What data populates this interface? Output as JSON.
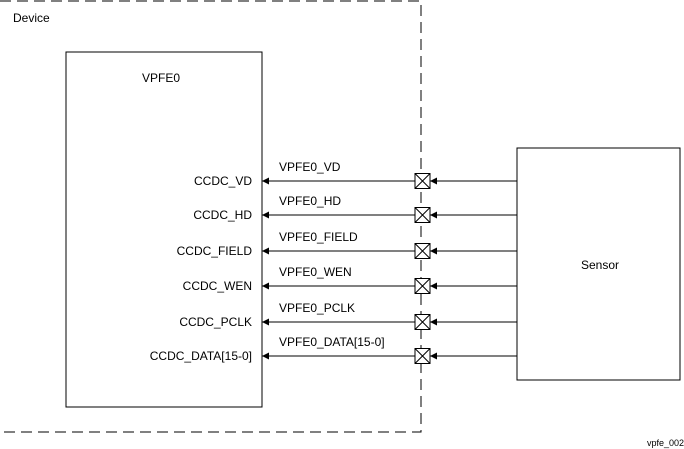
{
  "device": {
    "label": "Device"
  },
  "vpfe": {
    "title": "VPFE0"
  },
  "sensor": {
    "label": "Sensor"
  },
  "signals": [
    {
      "pin": "CCDC_VD",
      "net": "VPFE0_VD"
    },
    {
      "pin": "CCDC_HD",
      "net": "VPFE0_HD"
    },
    {
      "pin": "CCDC_FIELD",
      "net": "VPFE0_FIELD"
    },
    {
      "pin": "CCDC_WEN",
      "net": "VPFE0_WEN"
    },
    {
      "pin": "CCDC_PCLK",
      "net": "VPFE0_PCLK"
    },
    {
      "pin": "CCDC_DATA[15-0]",
      "net": "VPFE0_DATA[15-0]"
    }
  ],
  "figure_id": "vpfe_002"
}
